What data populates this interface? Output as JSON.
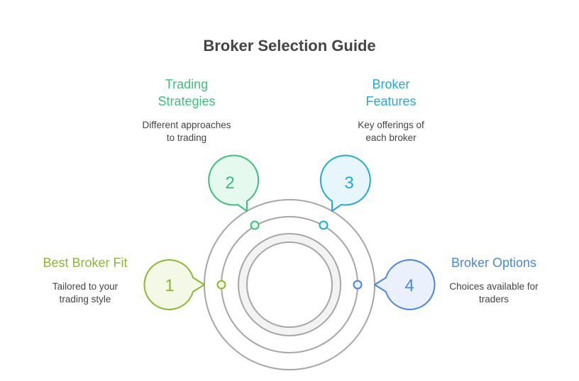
{
  "title": "Broker Selection Guide",
  "items": [
    {
      "number": "1",
      "label": "Best Broker Fit",
      "description_line1": "Tailored to your",
      "description_line2": "trading style",
      "color": "#8ab832",
      "fill": "#f3f9e6"
    },
    {
      "number": "2",
      "label_line1": "Trading",
      "label_line2": "Strategies",
      "description_line1": "Different approaches",
      "description_line2": "to trading",
      "color": "#3cbf7a",
      "fill": "#e6f9ef"
    },
    {
      "number": "3",
      "label_line1": "Broker",
      "label_line2": "Features",
      "description_line1": "Key offerings of",
      "description_line2": "each broker",
      "color": "#26a8d6",
      "fill": "#e6f6fc"
    },
    {
      "number": "4",
      "label": "Broker Options",
      "description_line1": "Choices available for",
      "description_line2": "traders",
      "color": "#4a86dc",
      "fill": "#eaf1fc"
    }
  ]
}
